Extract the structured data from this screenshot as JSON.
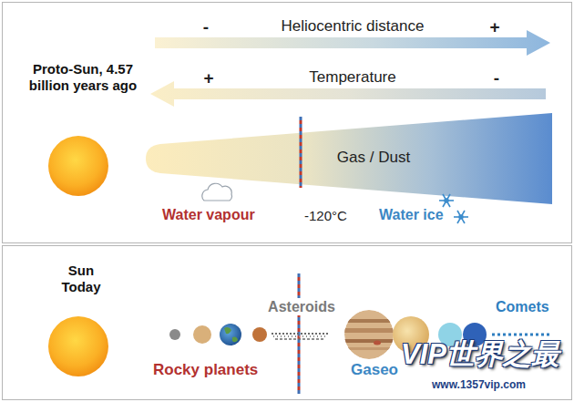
{
  "diagram": {
    "nodes": [
      {
        "text": [
          "Proto-Sun, 4.57 billion years ago"
        ]
      },
      {
        "text": [
          "-",
          "Heliocentric distance",
          "+"
        ],
        "in": 0
      },
      {
        "text": [
          "+",
          "Temperature",
          "-"
        ],
        "in": 0
      },
      {
        "text": [
          "Gas / Dust"
        ],
        "in": 0
      },
      {
        "text": [
          "Sun Today"
        ]
      }
    ],
    "labels": [
      "Water vapour",
      "-120°C",
      "Water ice",
      "Asteroids",
      "Rocky planets",
      "Gaseo",
      "Comets",
      "VIP世界之最",
      "www.1357vip.com"
    ]
  }
}
